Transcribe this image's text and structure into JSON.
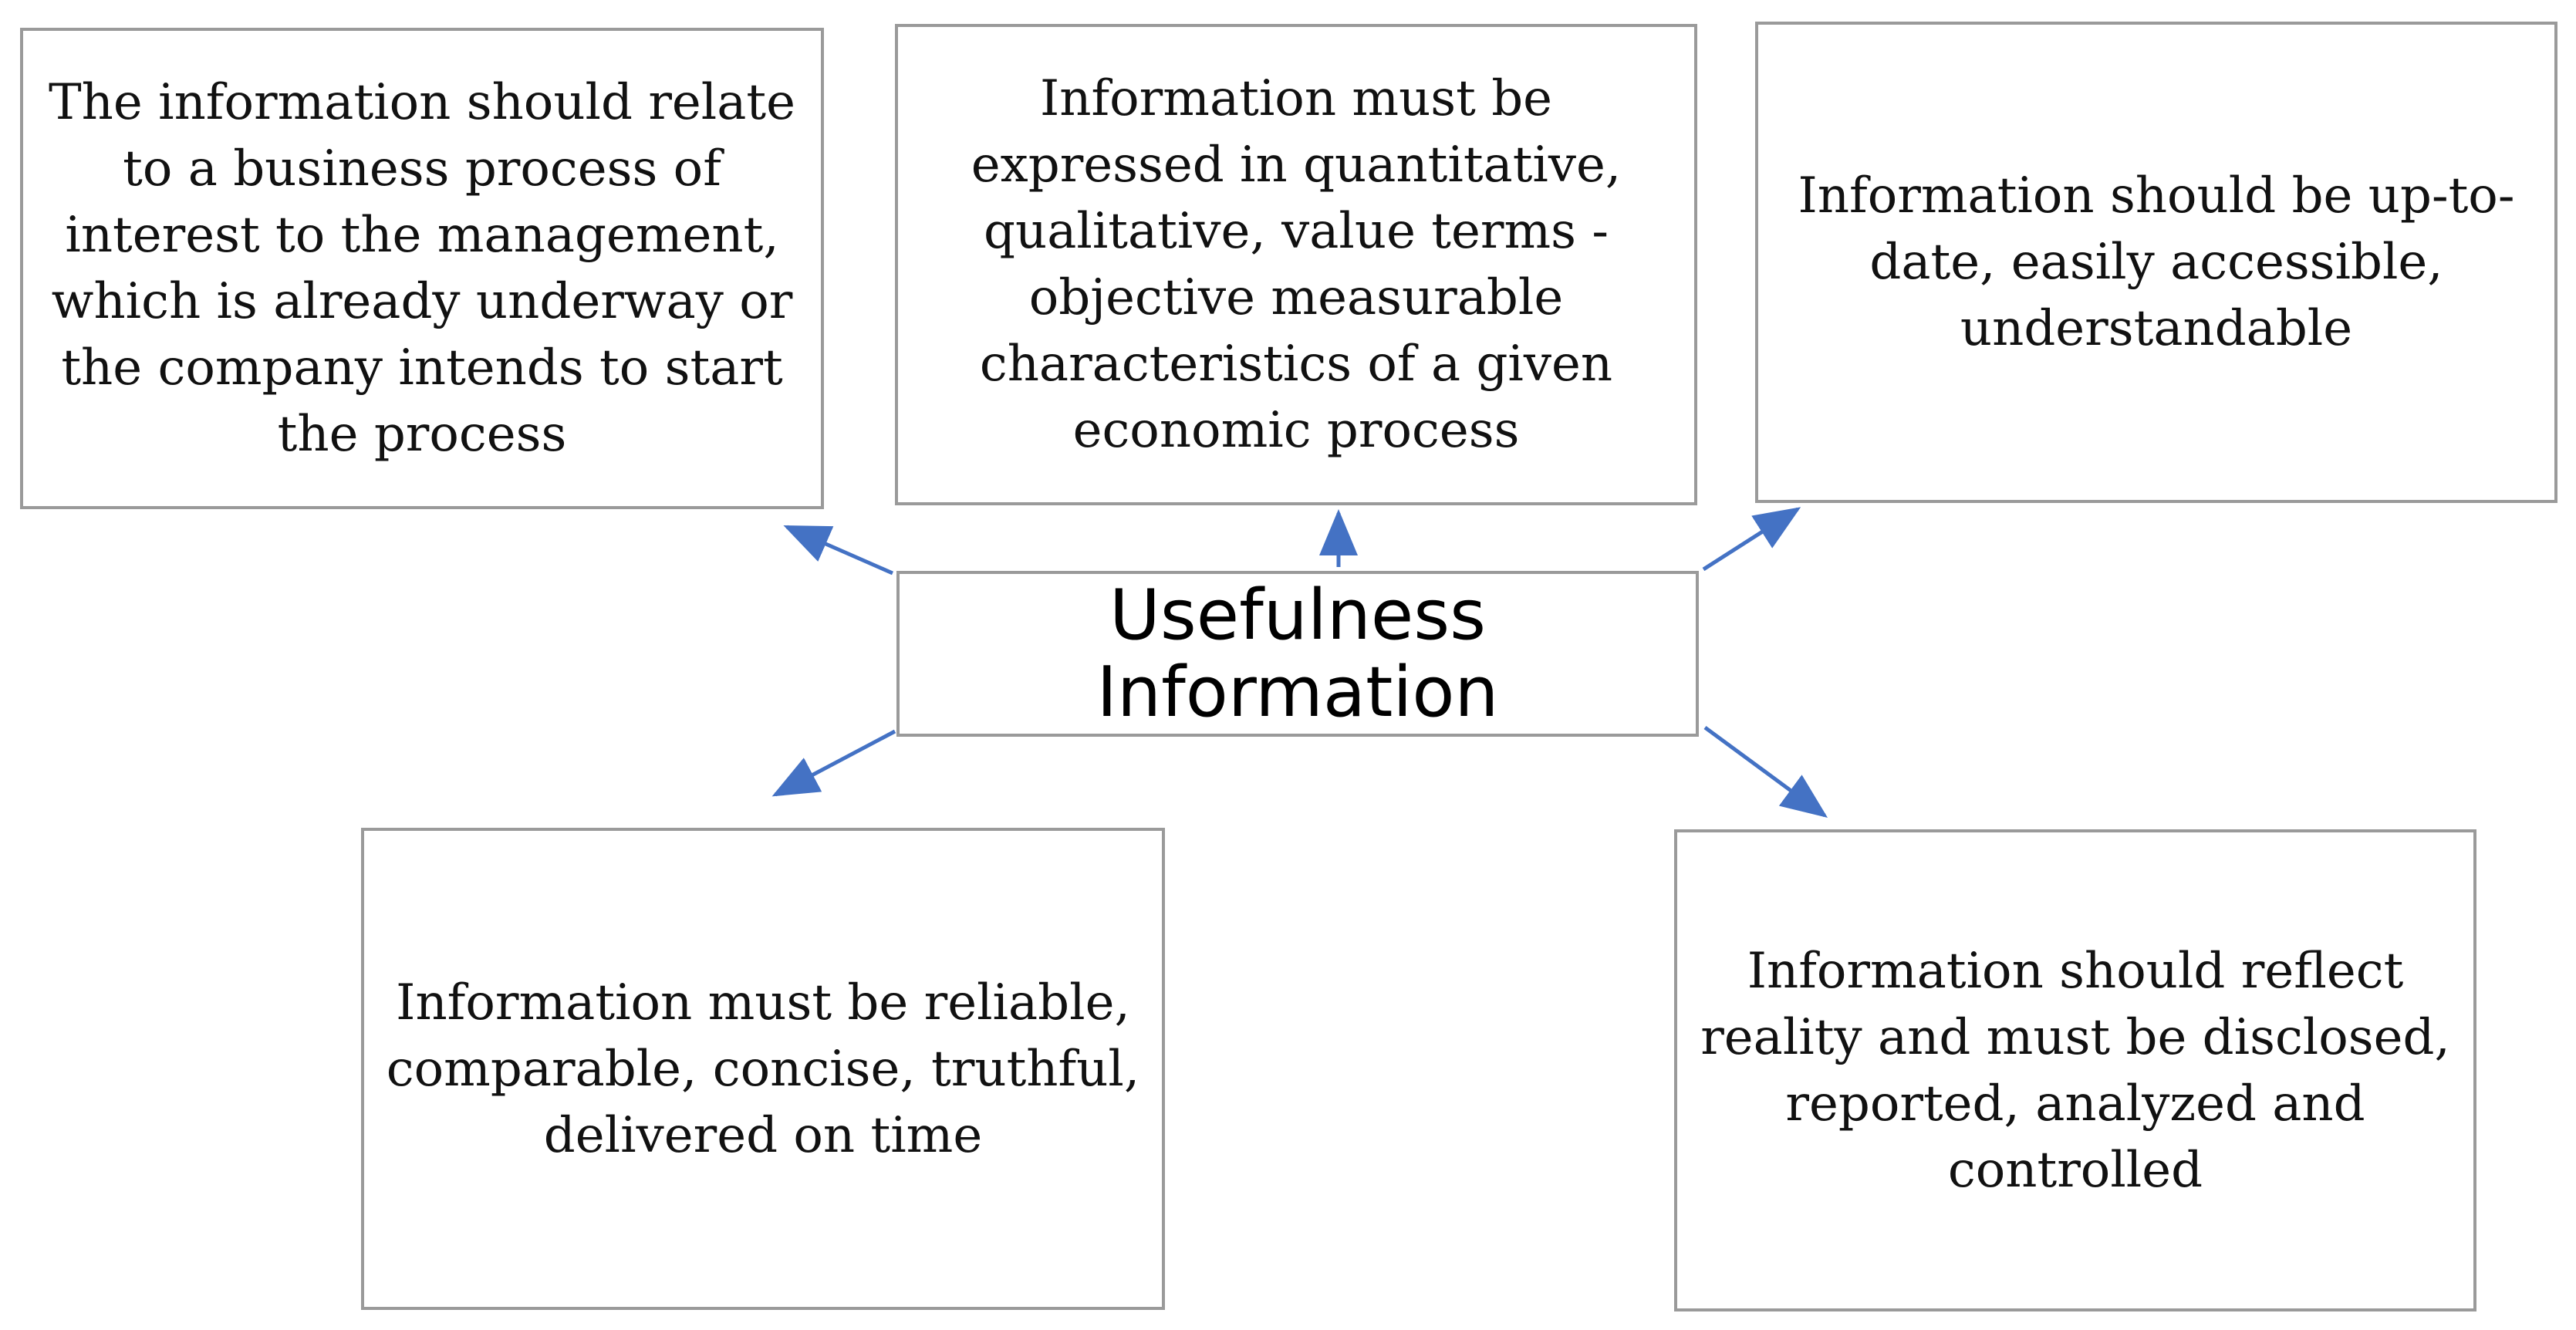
{
  "colors": {
    "arrow": "#4472C4",
    "box_border": "#9a9a9a"
  },
  "center": {
    "label": "Usefulness Information"
  },
  "boxes": [
    {
      "text": "The information should relate to a business process of interest to the management, which is already underway or the company intends to start the process"
    },
    {
      "text": "Information must be expressed in quantitative, qualitative, value terms - objective measurable characteristics of a given economic process"
    },
    {
      "text": "Information should be up-to-date, easily accessible, understandable"
    },
    {
      "text": "Information must be reliable, comparable, concise, truthful, delivered on time"
    },
    {
      "text": "Information should reflect reality and must be disclosed, reported, analyzed and controlled"
    }
  ]
}
